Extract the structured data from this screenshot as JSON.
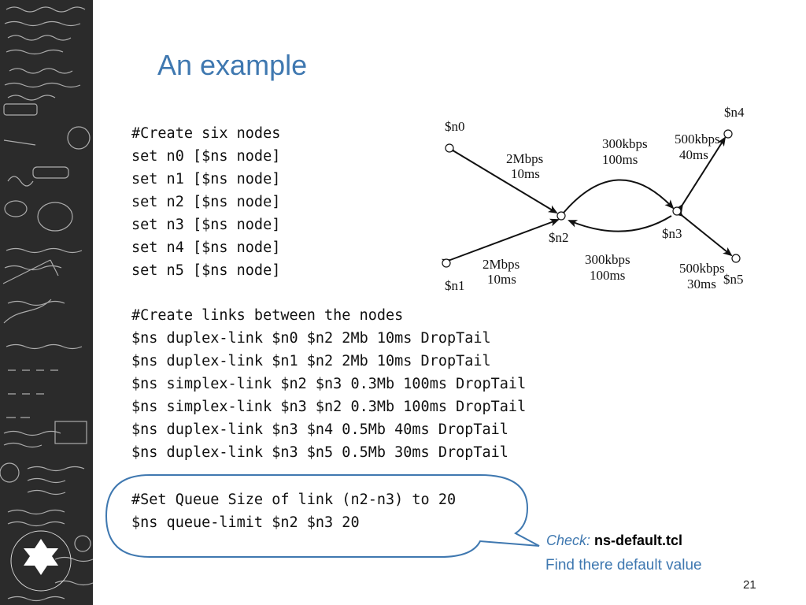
{
  "slide": {
    "title": "An example",
    "page_number": "21"
  },
  "code": {
    "nodes": [
      "#Create six nodes",
      "set n0 [$ns node]",
      "set n1 [$ns node]",
      "set n2 [$ns node]",
      "set n3 [$ns node]",
      "set n4 [$ns node]",
      "set n5 [$ns node]"
    ],
    "links": [
      "#Create links between the nodes",
      "$ns duplex-link $n0 $n2 2Mb 10ms DropTail",
      "$ns duplex-link $n1 $n2 2Mb 10ms DropTail",
      "$ns simplex-link $n2 $n3 0.3Mb 100ms DropTail",
      "$ns simplex-link $n3 $n2 0.3Mb 100ms DropTail",
      "$ns duplex-link $n3 $n4 0.5Mb 40ms DropTail",
      "$ns duplex-link $n3 $n5 0.5Mb 30ms DropTail"
    ],
    "queue": [
      "#Set Queue Size of link (n2-n3) to 20",
      "$ns queue-limit $n2 $n3 20"
    ]
  },
  "diagram": {
    "nodes": {
      "n0": "$n0",
      "n1": "$n1",
      "n2": "$n2",
      "n3": "$n3",
      "n4": "$n4",
      "n5": "$n5"
    },
    "links": {
      "n0_n2": [
        "2Mbps",
        "10ms"
      ],
      "n1_n2": [
        "2Mbps",
        "10ms"
      ],
      "n2_n3": [
        "300kbps",
        "100ms"
      ],
      "n3_n2": [
        "300kbps",
        "100ms"
      ],
      "n3_n4": [
        "500kbps",
        "40ms"
      ],
      "n3_n5": [
        "500kbps",
        "30ms"
      ]
    }
  },
  "note": {
    "check_label": "Check:",
    "check_file": "ns-default.tcl",
    "find_text": "Find there default value"
  },
  "colors": {
    "accent": "#3f78b0",
    "sidebar": "#2b2b2b"
  }
}
